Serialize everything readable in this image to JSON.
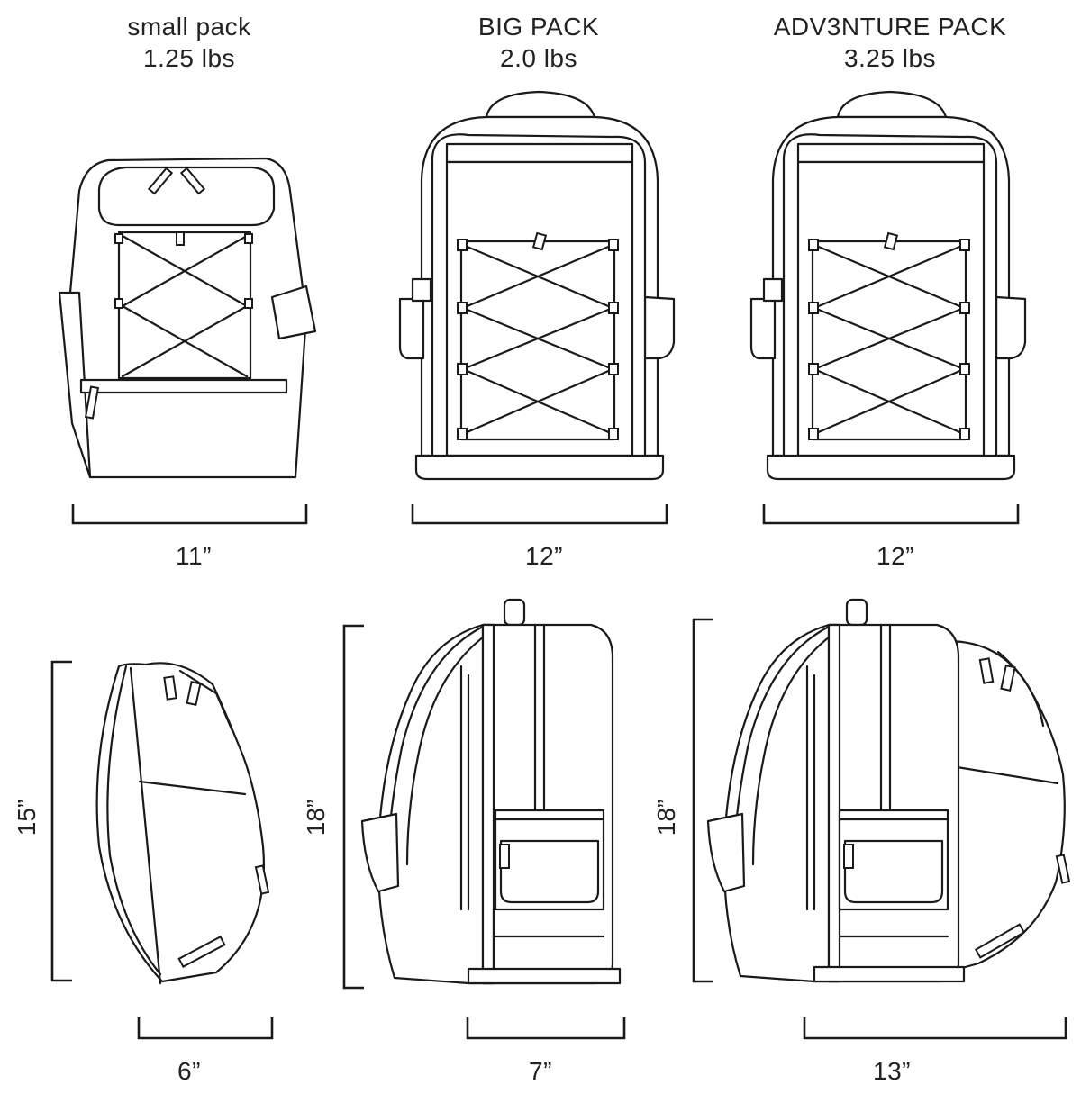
{
  "packs": [
    {
      "name": "small pack",
      "weight": "1.25 lbs",
      "width": "11”",
      "height": "15”",
      "depth": "6”"
    },
    {
      "name": "BIG PACK",
      "weight": "2.0 lbs",
      "width": "12”",
      "height": "18”",
      "depth": "7”"
    },
    {
      "name": "ADV3NTURE PACK",
      "weight": "3.25 lbs",
      "width": "12”",
      "height": "18”",
      "depth": "13”"
    }
  ]
}
